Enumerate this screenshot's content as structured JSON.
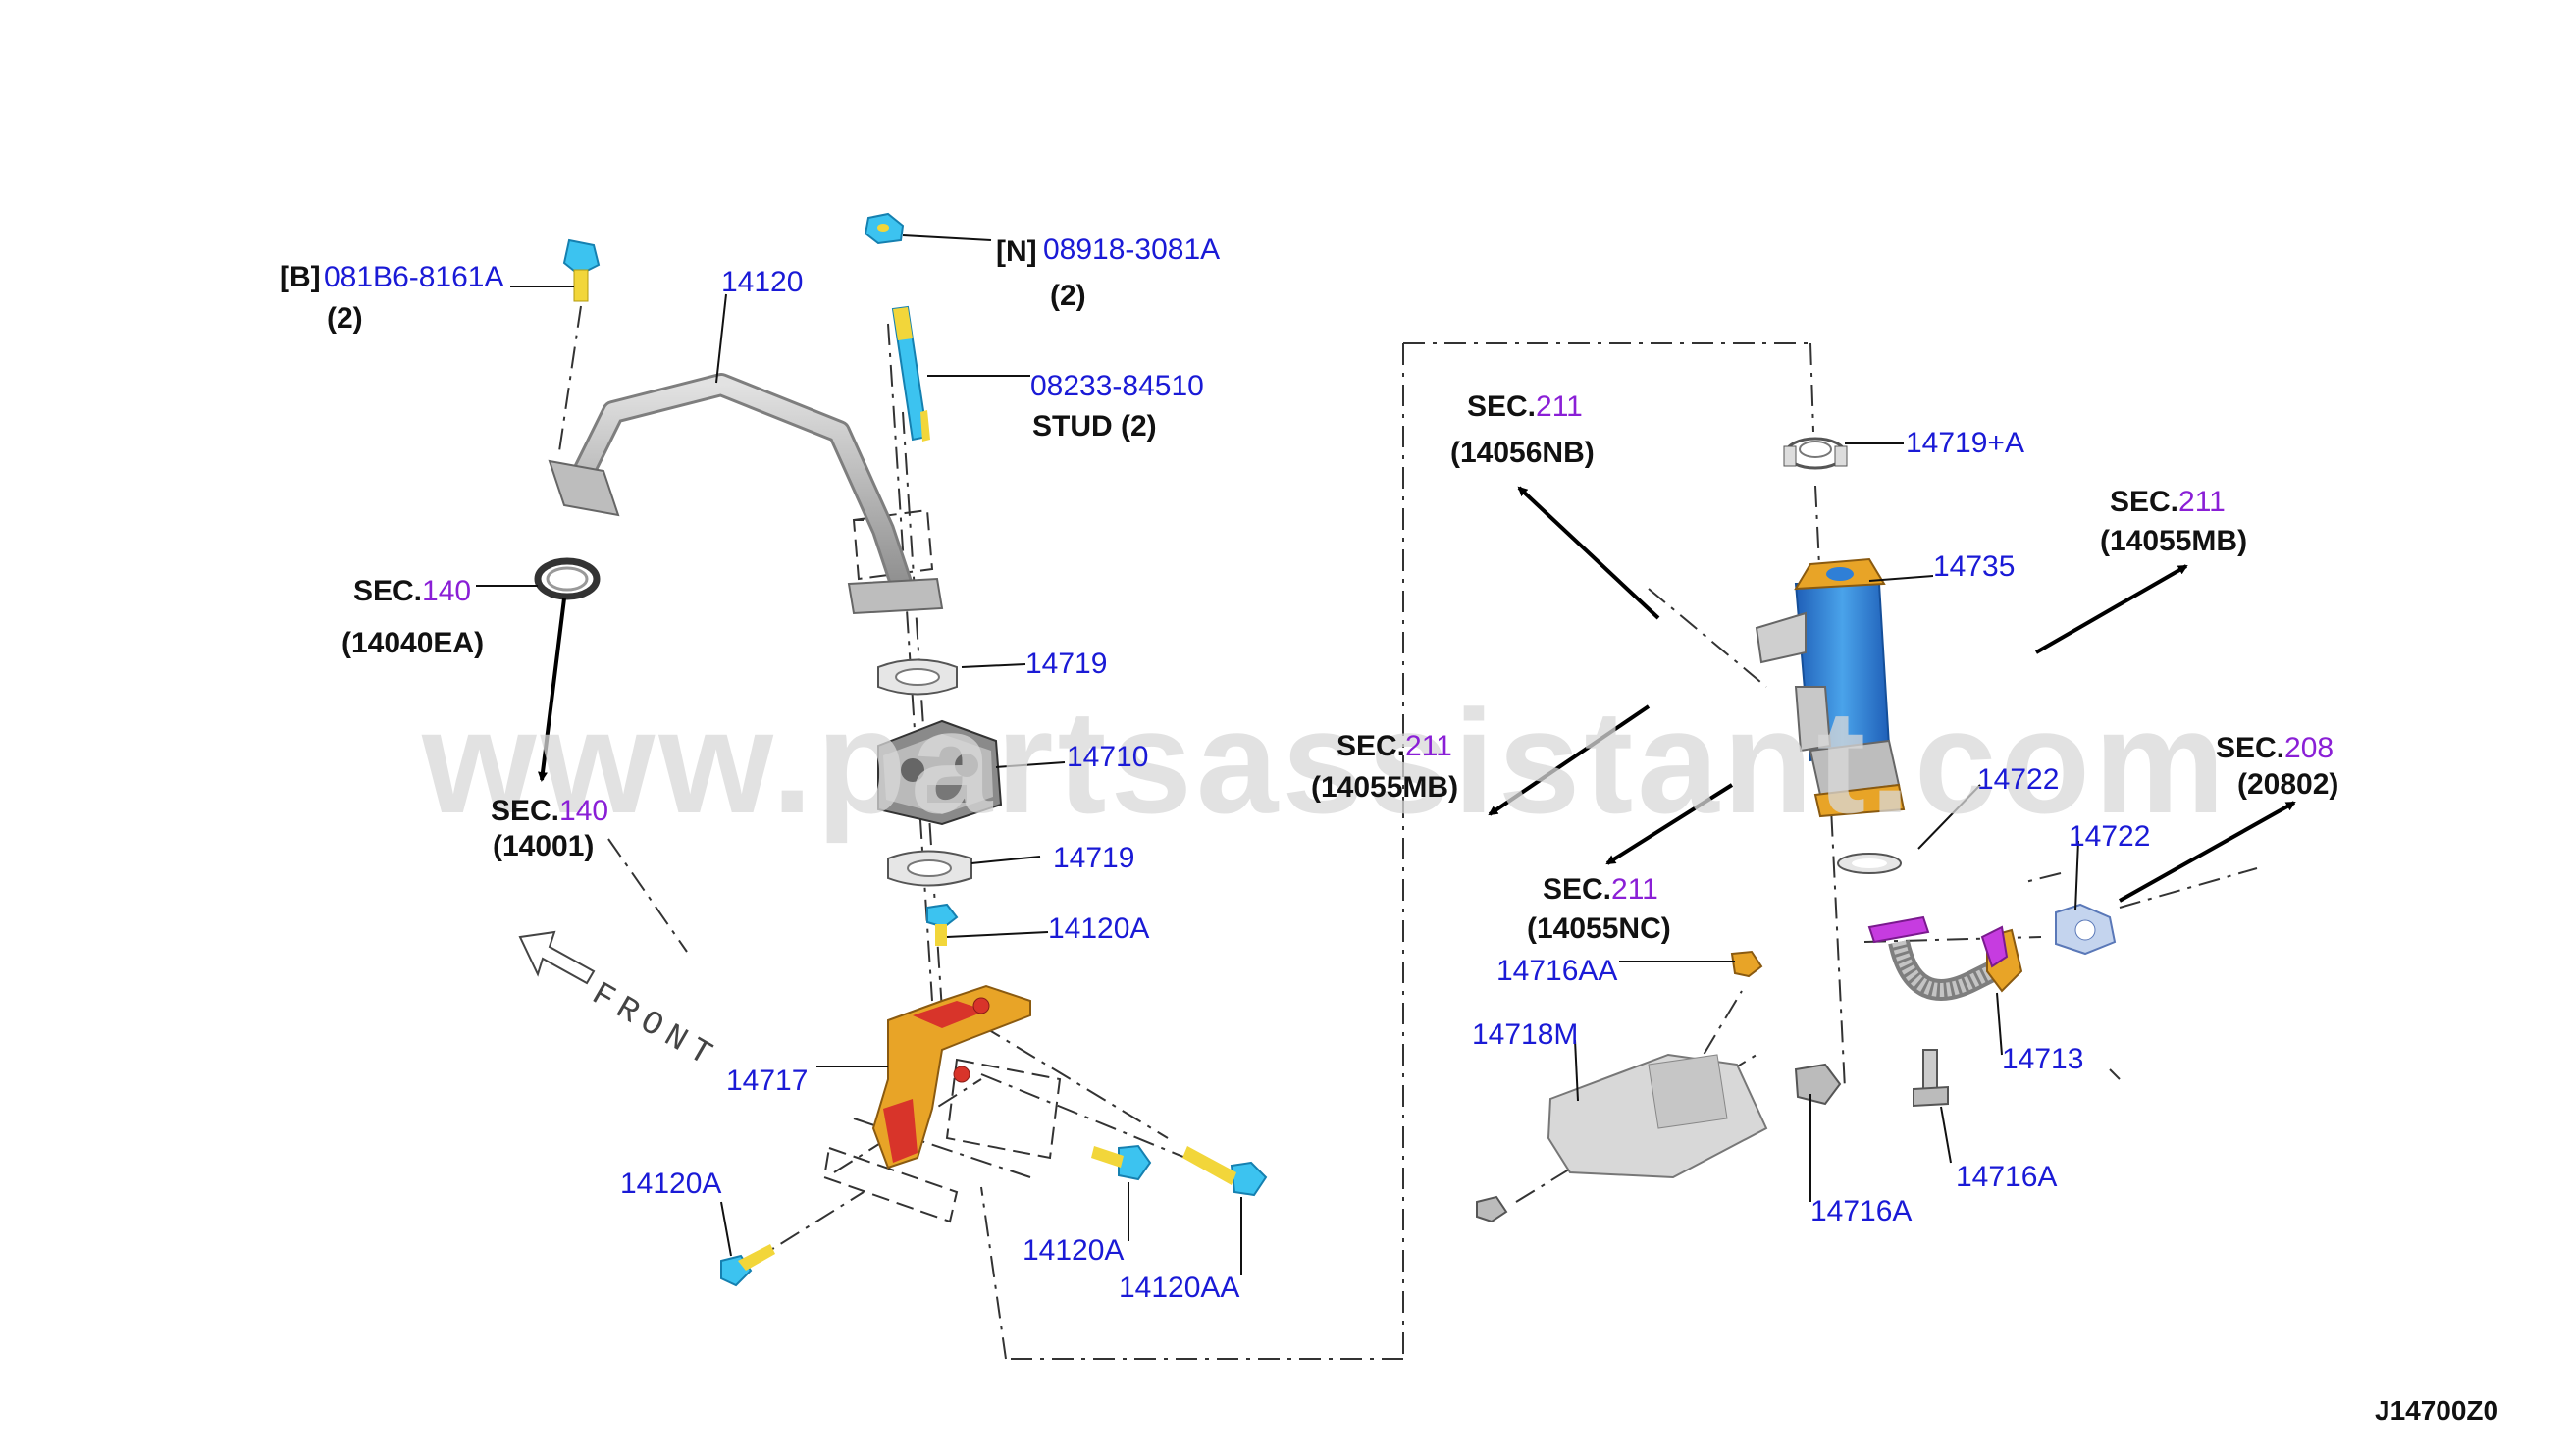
{
  "watermark": "www.partsassistant.com",
  "front_label": "FRONT",
  "diagram_code": "J14700Z0",
  "labels": {
    "b_prefix": "[B]",
    "bolt_081B6": "081B6-8161A",
    "qty_081B6": "(2)",
    "p14120": "14120",
    "n_prefix": "[N]",
    "nut_08918": "08918-3081A",
    "qty_08918": "(2)",
    "stud_08233": "08233-84510",
    "stud_text": "STUD (2)",
    "p14719_top": "14719",
    "p14710": "14710",
    "p14719_bot": "14719",
    "p14120A_1": "14120A",
    "p14717": "14717",
    "p14120A_2": "14120A",
    "p14120A_3": "14120A",
    "p14120AA": "14120AA",
    "p14719A": "14719+A",
    "p14735": "14735",
    "p14722_1": "14722",
    "p14722_2": "14722",
    "p14716AA": "14716AA",
    "p14718M": "14718M",
    "p14713": "14713",
    "p14716A_1": "14716A",
    "p14716A_2": "14716A"
  },
  "sections": {
    "sec_prefix": "SEC.",
    "s140a_num": "140",
    "s140a_code": "(14040EA)",
    "s140b_num": "140",
    "s140b_code": "(14001)",
    "s211a_num": "211",
    "s211a_code": "(14056NB)",
    "s211b_num": "211",
    "s211b_code": "(14055MB)",
    "s211c_num": "211",
    "s211c_code": "(14055MB)",
    "s211d_num": "211",
    "s211d_code": "(14055NC)",
    "s208_num": "208",
    "s208_code": "(20802)"
  },
  "colors": {
    "part_number": "#1a1ad6",
    "section_number": "#8a1fd6",
    "bolt_blue": "#3cc3f0",
    "bolt_yellow": "#f2d63a",
    "bracket_orange": "#e8a427",
    "bracket_red": "#d8342a",
    "cooler_blue": "#2f7fd6",
    "gasket_purple": "#c63ce0"
  }
}
